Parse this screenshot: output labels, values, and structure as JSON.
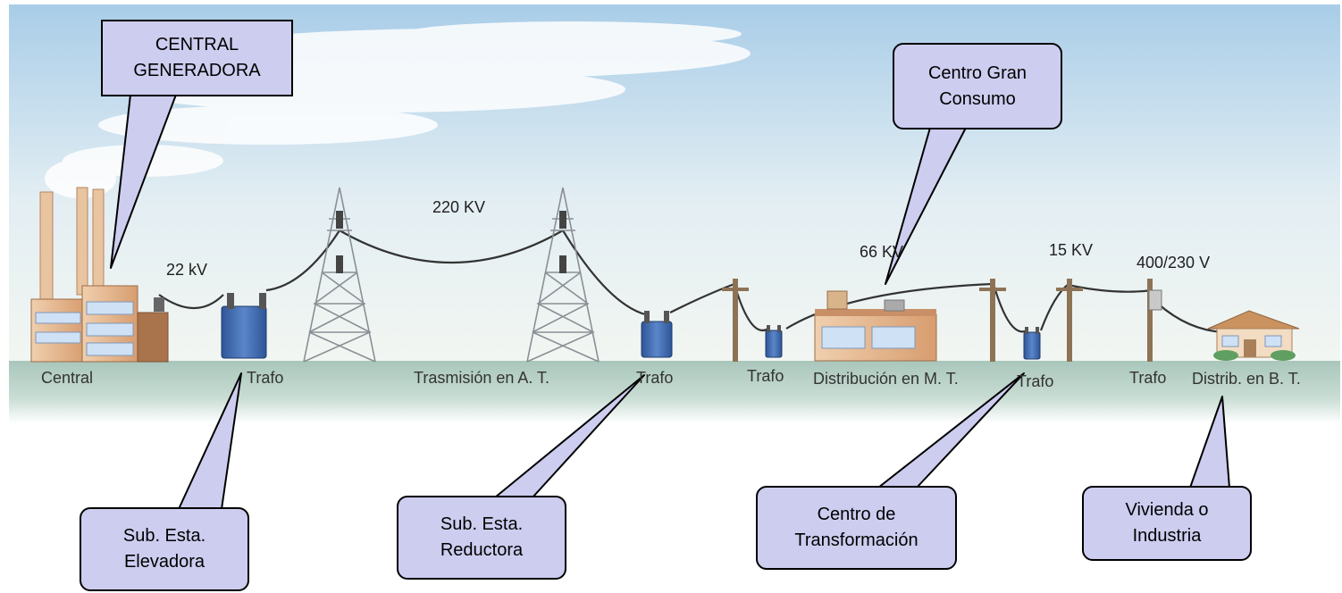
{
  "callouts": {
    "central_generadora": [
      "CENTRAL",
      "GENERADORA"
    ],
    "centro_gran_consumo": [
      "Centro Gran",
      "Consumo"
    ],
    "sub_esta_elevadora": [
      "Sub. Esta.",
      "Elevadora"
    ],
    "sub_esta_reductora": [
      "Sub. Esta.",
      "Reductora"
    ],
    "centro_transformacion": [
      "Centro de",
      "Transformación"
    ],
    "vivienda_industria": [
      "Vivienda o",
      "Industria"
    ]
  },
  "voltages": {
    "v22": "22 kV",
    "v220": "220 KV",
    "v66": "66 KV",
    "v15": "15 KV",
    "v400": "400/230 V"
  },
  "ground_labels": {
    "central": "Central",
    "trafo_1": "Trafo",
    "trasmision": "Trasmisión en A. T.",
    "trafo_2": "Trafo",
    "trafo_3": "Trafo",
    "distribucion_mt": "Distribución en M. T.",
    "trafo_4": "Trafo",
    "trafo_5": "Trafo",
    "distrib_bt": "Distrib. en B. T."
  },
  "colors": {
    "callout_fill": "#cdcdf0",
    "ground": "#b4cdc2",
    "sky_top": "#a9cde8",
    "transformer": "#3a63a8"
  }
}
